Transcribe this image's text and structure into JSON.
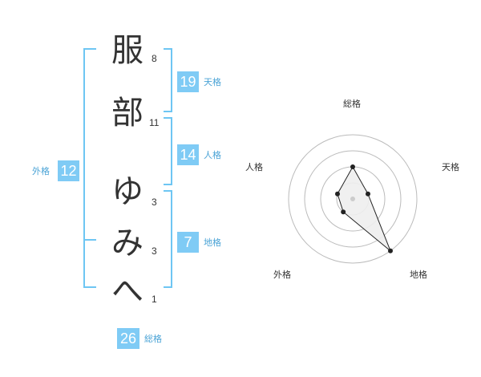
{
  "name": {
    "chars": [
      {
        "char": "服",
        "strokes": "8"
      },
      {
        "char": "部",
        "strokes": "11"
      },
      {
        "char": "ゆ",
        "strokes": "3"
      },
      {
        "char": "み",
        "strokes": "3"
      },
      {
        "char": "へ",
        "strokes": "1"
      }
    ]
  },
  "kakusu": {
    "tenkaku": {
      "value": "19",
      "label": "天格"
    },
    "jinkaku": {
      "value": "14",
      "label": "人格"
    },
    "chikaku": {
      "value": "7",
      "label": "地格"
    },
    "gaikaku": {
      "value": "12",
      "label": "外格"
    },
    "soukaku": {
      "value": "26",
      "label": "総格"
    }
  },
  "colors": {
    "bracket": "#6ec6f3",
    "badge": "#7fcbf5",
    "badge_label": "#4aa3d6",
    "radar_ring": "#bbbbbb",
    "radar_fill": "#eeeeee",
    "radar_line": "#222222"
  },
  "radar": {
    "axes": [
      "総格",
      "天格",
      "地格",
      "外格",
      "人格"
    ],
    "levels": 4,
    "values": [
      2,
      1,
      4,
      1,
      1
    ]
  }
}
